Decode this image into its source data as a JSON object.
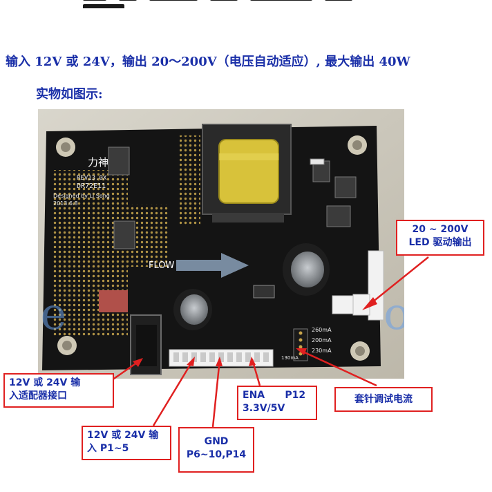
{
  "document": {
    "subtitle": "输入 12V 或 24V，输出 20～200V（电压自动适应）, 最大输出 40W",
    "caption": "实物如图示:"
  },
  "board": {
    "brand": "力神",
    "rev": "REV13.0X",
    "model": "DR72E11",
    "designer": "Designed by Li Song",
    "date": "2013.6.8",
    "flow_label": "FLOW",
    "watermark_left": "De",
    "watermark_right": "ong",
    "current_labels": [
      "260mA",
      "200mA",
      "230mA",
      "130mA"
    ]
  },
  "callouts": {
    "led_output": {
      "line1": "20 ~ 200V",
      "line2": "LED 驱动输出"
    },
    "adapter": {
      "line1": "12V  或 24V  输",
      "line2": "入适配器接口"
    },
    "input_pins": {
      "line1": "12V 或 24V 输",
      "line2": "入    P1~5"
    },
    "gnd": {
      "line1": "GND",
      "line2": "P6~10,P14"
    },
    "ena": {
      "line1": "ENA      P12",
      "line2": "3.3V/5V"
    },
    "jumper": {
      "line1": "套针调试电流"
    }
  },
  "colors": {
    "text_blue": "#1a2fa8",
    "callout_red": "#e02020",
    "pcb_black": "#141414",
    "watermark_blue": "#6aa0e8"
  }
}
